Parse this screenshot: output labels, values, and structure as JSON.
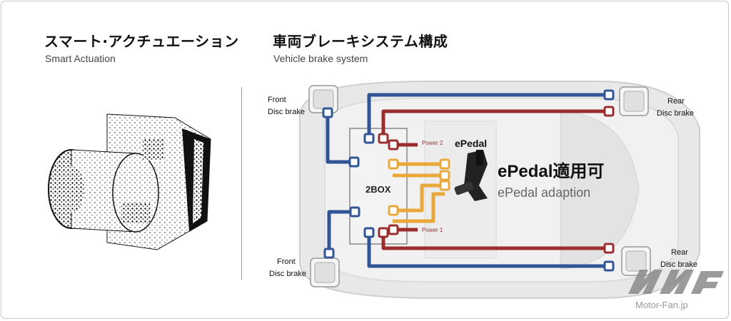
{
  "left_panel": {
    "title": "スマート·アクチュエーション",
    "subtitle": "Smart Actuation"
  },
  "right_panel": {
    "title": "車両ブレーキシステム構成",
    "subtitle": "Vehicle brake system"
  },
  "diagram": {
    "front_brake_label_1": "Front",
    "front_brake_label_2": "Disc brake",
    "rear_brake_label_1": "Rear",
    "rear_brake_label_2": "Disc brake",
    "box_label": "2BOX",
    "power_2_label": "Power 2",
    "power_1_label": "Power 1",
    "epedal_label": "ePedal",
    "epedal_caption": "ePedal適用可",
    "epedal_caption_en": "ePedal adaption"
  },
  "colors": {
    "blue_line": "#2f5597",
    "red_line": "#9b2d2f",
    "orange_line": "#e8a93a"
  },
  "watermark": {
    "site": "Motor-Fan.jp"
  }
}
